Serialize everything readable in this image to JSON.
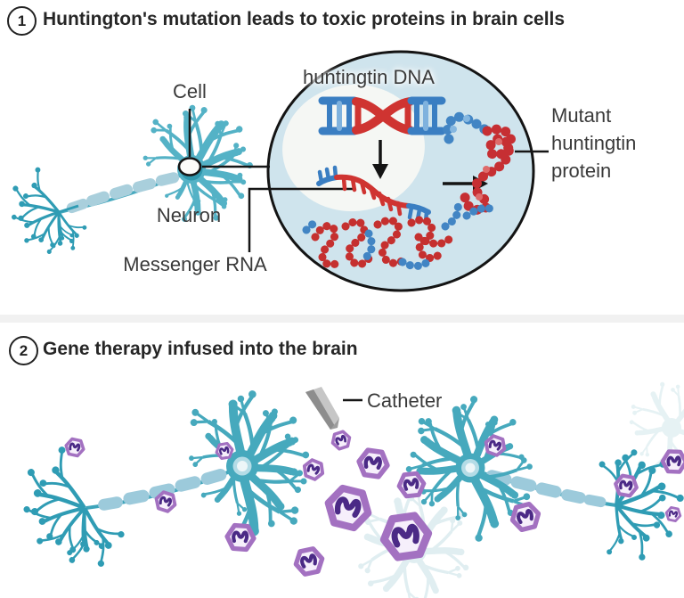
{
  "figure": {
    "steps": [
      {
        "number": "1",
        "title": "Huntington's mutation leads to toxic proteins in brain cells"
      },
      {
        "number": "2",
        "title": "Gene therapy infused into the brain"
      }
    ]
  },
  "labels": {
    "cell": "Cell",
    "neuron": "Neuron",
    "huntingtin_dna": "huntingtin DNA",
    "messenger_rna": "Messenger RNA",
    "mutant_protein": "Mutant huntingtin protein",
    "catheter": "Catheter"
  },
  "colors": {
    "neuron_teal": "#54b2c6",
    "neuron_teal_dark": "#2f9cb4",
    "myelin_light_blue": "#a9cfdc",
    "cell_zoom_fill": "#cfe4ed",
    "nucleus_white": "#f5f7f4",
    "dna_blue": "#3a7ec2",
    "dna_blue_light": "#7fb2de",
    "dna_red": "#cf3431",
    "vector_border_purple": "#a371c1",
    "vector_fill_lavender": "#f6effb",
    "vector_gene_purple": "#4b2a86",
    "catheter_gray": "#c6c6c6",
    "catheter_gray_dark": "#8d8d8d",
    "outline_black": "#161616",
    "divider_gray": "#f1f1f1"
  }
}
